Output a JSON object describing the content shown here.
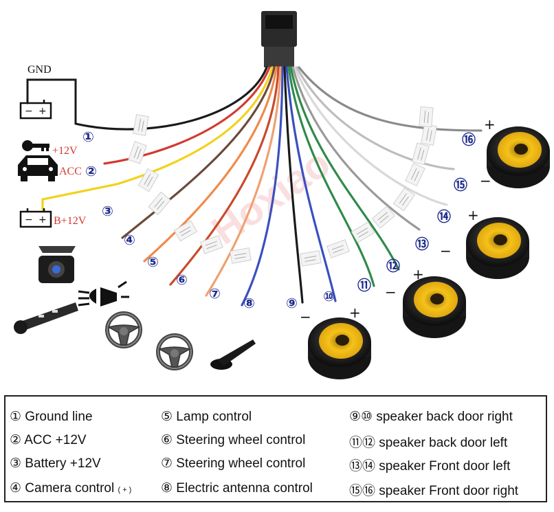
{
  "labels": {
    "gnd": "GND",
    "acc_plus": "+12V",
    "acc": "ACC",
    "battery": "B+12V",
    "plus": "+",
    "minus": "−"
  },
  "wire_numbers": [
    "①",
    "②",
    "③",
    "④",
    "⑤",
    "⑥",
    "⑦",
    "⑧",
    "⑨",
    "⑩",
    "⑪",
    "⑫",
    "⑬",
    "⑭",
    "⑮",
    "⑯"
  ],
  "watermark": "Hoxiao",
  "legend": [
    {
      "text": "① Ground line"
    },
    {
      "text": "② ACC +12V"
    },
    {
      "text": "③ Battery +12V"
    },
    {
      "text": "④ Camera control",
      "sub": "( + )"
    },
    {
      "text": "⑤ Lamp control"
    },
    {
      "text": "⑥ Steering wheel control"
    },
    {
      "text": "⑦ Steering wheel control"
    },
    {
      "text": "⑧ Electric antenna control"
    },
    {
      "text": "⑨⑩ speaker back door right"
    },
    {
      "text": "⑪⑫ speaker back door left"
    },
    {
      "text": "⑬⑭ speaker Front door left"
    },
    {
      "text": "⑮⑯ speaker Front door right"
    }
  ],
  "colors": {
    "wire_black": "#1a1a1a",
    "wire_red": "#d23a2f",
    "wire_yellow": "#f2d21c",
    "wire_brown": "#6b4a3a",
    "wire_orange": "#f08a4b",
    "wire_blue": "#3a4fbf",
    "wire_green": "#2f8a4a",
    "wire_gray": "#9a9a9a",
    "wire_white": "#d8d8d8",
    "number_blue": "#1f2a8c",
    "speaker_yellow": "#f5c21a"
  },
  "icons": [
    "battery-icon",
    "car-icon",
    "key-icon",
    "camera-icon",
    "headlamp-icon",
    "stalk-icon",
    "steering-wheel-icon",
    "antenna-icon",
    "speaker-icon",
    "connector-icon"
  ]
}
